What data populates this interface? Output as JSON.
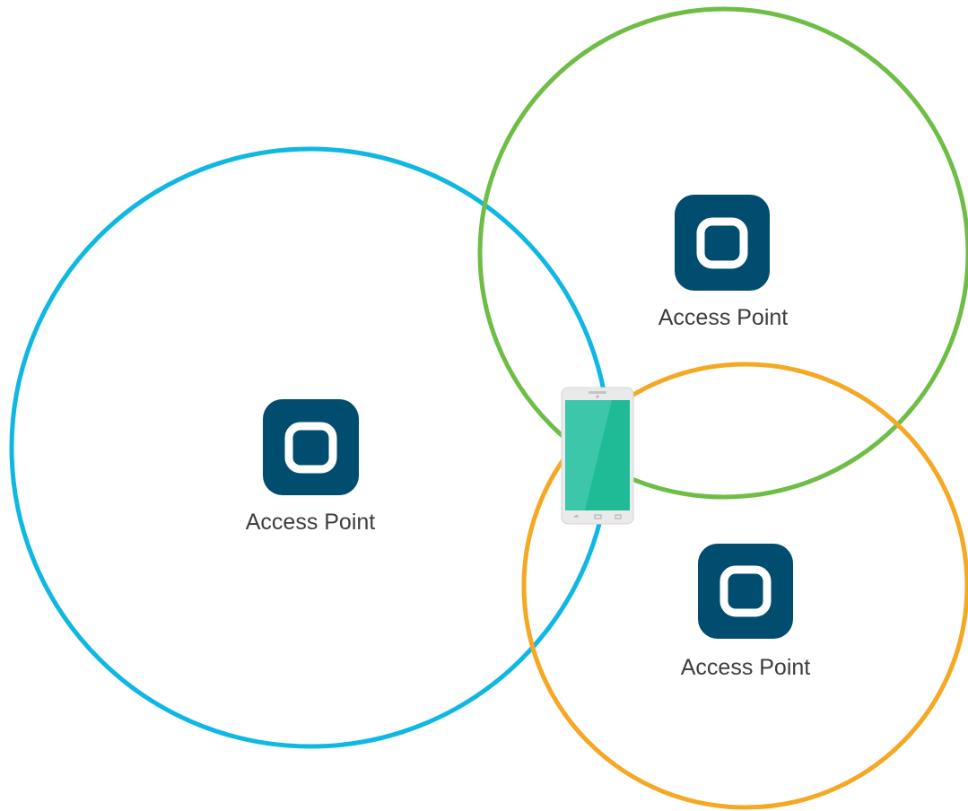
{
  "access_points": [
    {
      "label": "Access Point",
      "color": "#0fb7e3",
      "icon": "access-point-icon"
    },
    {
      "label": "Access Point",
      "color": "#6ebd45",
      "icon": "access-point-icon"
    },
    {
      "label": "Access Point",
      "color": "#f4a823",
      "icon": "access-point-icon"
    }
  ],
  "device": {
    "icon": "smartphone-icon"
  },
  "colors": {
    "icon_tile": "#004d70",
    "icon_glyph": "#ffffff",
    "phone_body": "#eaeaea",
    "phone_screen": "#3cc6aa",
    "phone_screen_shade": "#1fbb97",
    "label_text": "#3d3d3d"
  }
}
